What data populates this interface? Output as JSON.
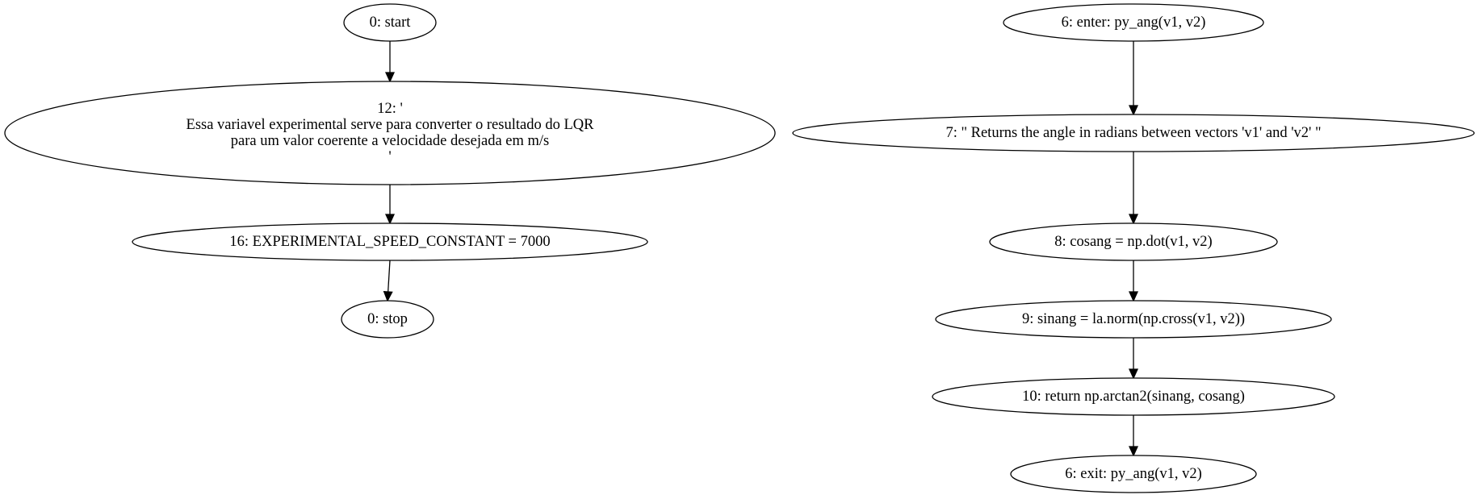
{
  "diagram": {
    "nodes": [
      {
        "id": "n_start",
        "lines": [
          "0: start"
        ]
      },
      {
        "id": "n_docstring",
        "lines": [
          "12: '",
          "Essa variavel experimental serve para converter o resultado do LQR",
          "para um valor coerente a velocidade desejada em m/s",
          "'"
        ]
      },
      {
        "id": "n_const",
        "lines": [
          "16: EXPERIMENTAL_SPEED_CONSTANT = 7000"
        ]
      },
      {
        "id": "n_stop",
        "lines": [
          "0: stop"
        ]
      },
      {
        "id": "n_enter",
        "lines": [
          "6: enter: py_ang(v1, v2)"
        ]
      },
      {
        "id": "n_doc2",
        "lines": [
          "7: \" Returns the angle in radians between vectors 'v1' and 'v2'    \""
        ]
      },
      {
        "id": "n_cosang",
        "lines": [
          "8: cosang = np.dot(v1, v2)"
        ]
      },
      {
        "id": "n_sinang",
        "lines": [
          "9: sinang = la.norm(np.cross(v1, v2))"
        ]
      },
      {
        "id": "n_return",
        "lines": [
          "10: return np.arctan2(sinang, cosang)"
        ]
      },
      {
        "id": "n_exit",
        "lines": [
          "6: exit: py_ang(v1, v2)"
        ]
      }
    ],
    "edges": [
      {
        "from": "n_start",
        "to": "n_docstring"
      },
      {
        "from": "n_docstring",
        "to": "n_const"
      },
      {
        "from": "n_const",
        "to": "n_stop"
      },
      {
        "from": "n_enter",
        "to": "n_doc2"
      },
      {
        "from": "n_doc2",
        "to": "n_cosang"
      },
      {
        "from": "n_cosang",
        "to": "n_sinang"
      },
      {
        "from": "n_sinang",
        "to": "n_return"
      },
      {
        "from": "n_return",
        "to": "n_exit"
      }
    ]
  }
}
